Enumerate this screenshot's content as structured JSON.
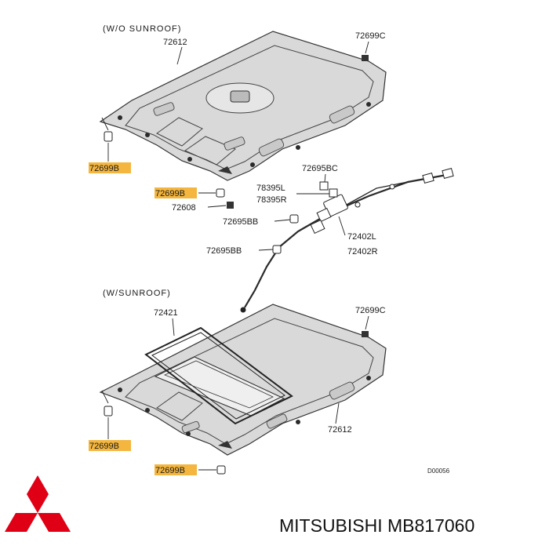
{
  "diagram": {
    "section_top": "(W/O  SUNROOF)",
    "section_bottom": "(W/SUNROOF)",
    "labels": {
      "top_headliner": "72612",
      "top_clip_c": "72699C",
      "top_clip_b1": "72699B",
      "top_clip_b2": "72699B",
      "visor_holder": "72608",
      "harness_bc": "72695BC",
      "bracket_l": "78395L",
      "bracket_r": "78395R",
      "harness_bb1": "72695BB",
      "harness_bb2": "72695BB",
      "harness_l": "72402L",
      "harness_r": "72402R",
      "sunroof_trim": "72421",
      "bottom_clip_c": "72699C",
      "bottom_headliner": "72612",
      "bottom_clip_b1": "72699B",
      "bottom_clip_b2": "72699B"
    },
    "diagram_code": "D00056"
  },
  "brand": {
    "caption": "MITSUBISHI MB817060",
    "logo_color": "#e00016"
  },
  "colors": {
    "highlight": "#f4b63f",
    "panel_fill": "#d9d9d9"
  }
}
